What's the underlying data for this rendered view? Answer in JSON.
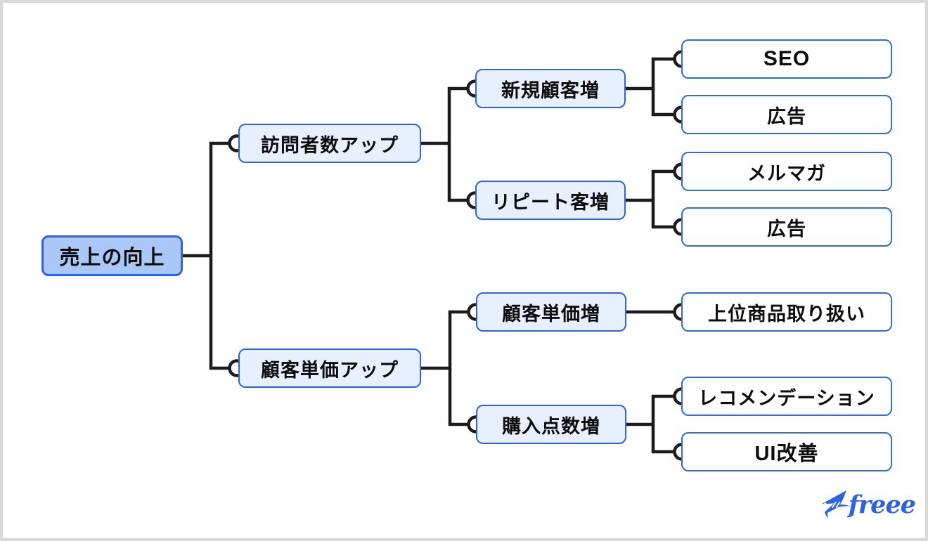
{
  "diagram_type": "logic-tree",
  "tree": {
    "label": "売上の向上",
    "children": [
      {
        "label": "訪問者数アップ",
        "children": [
          {
            "label": "新規顧客増",
            "children": [
              {
                "label": "SEO"
              },
              {
                "label": "広告"
              }
            ]
          },
          {
            "label": "リピート客増",
            "children": [
              {
                "label": "メルマガ"
              },
              {
                "label": "広告"
              }
            ]
          }
        ]
      },
      {
        "label": "顧客単価アップ",
        "children": [
          {
            "label": "顧客単価増",
            "children": [
              {
                "label": "上位商品取り扱い"
              }
            ]
          },
          {
            "label": "購入点数増",
            "children": [
              {
                "label": "レコメンデーション"
              },
              {
                "label": "UI改善"
              }
            ]
          }
        ]
      }
    ]
  },
  "logo": {
    "text": "freee"
  },
  "colors": {
    "root_fill": "#a9c7f7",
    "branch_fill": "#e9f0fd",
    "leaf_fill": "#ffffff",
    "node_border": "#2e63e6",
    "line": "#1b1b1b",
    "text": "#0d0d0d",
    "logo_blue": "#2e63e0",
    "frame_border": "#d9d9d9"
  }
}
